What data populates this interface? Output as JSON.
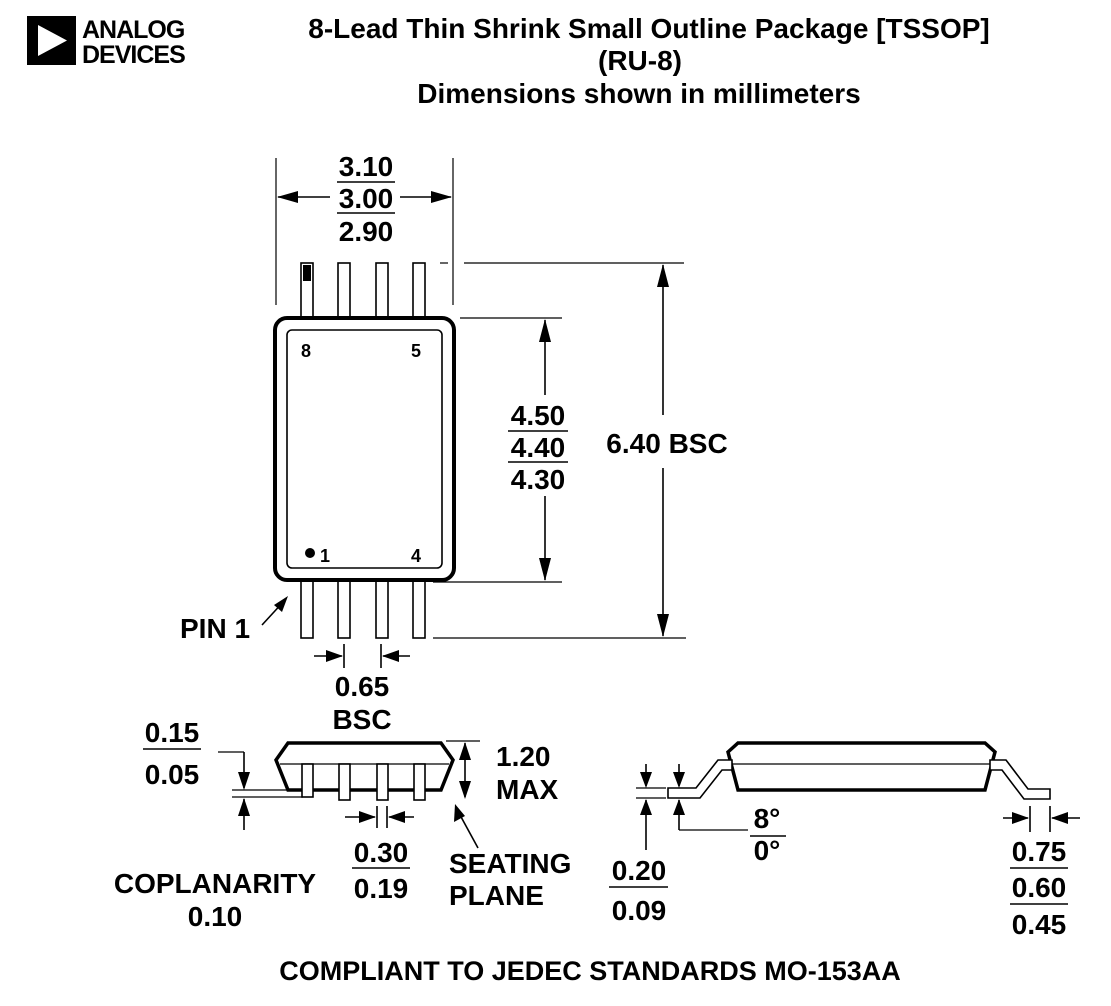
{
  "header": {
    "logo_line1": "ANALOG",
    "logo_line2": "DEVICES",
    "title_line1": "8-Lead Thin Shrink Small Outline Package [TSSOP]",
    "title_line2": "(RU-8)",
    "title_line3": "Dimensions shown in millimeters"
  },
  "top_view": {
    "width_max": "3.10",
    "width_nom": "3.00",
    "width_min": "2.90",
    "body_max": "4.50",
    "body_nom": "4.40",
    "body_min": "4.30",
    "overall": "6.40 BSC",
    "pin8": "8",
    "pin5": "5",
    "pin1": "1",
    "pin4": "4",
    "pin1_label": "PIN 1",
    "pitch_value": "0.65",
    "pitch_suffix": "BSC"
  },
  "side_view": {
    "standoff_max": "0.15",
    "standoff_min": "0.05",
    "height_value": "1.20",
    "height_suffix": "MAX",
    "lead_width_max": "0.30",
    "lead_width_min": "0.19",
    "seating_line1": "SEATING",
    "seating_line2": "PLANE",
    "coplanarity_label": "COPLANARITY",
    "coplanarity_value": "0.10"
  },
  "end_view": {
    "thickness_max": "0.20",
    "thickness_min": "0.09",
    "angle_max": "8°",
    "angle_min": "0°",
    "foot_max": "0.75",
    "foot_nom": "0.60",
    "foot_min": "0.45"
  },
  "footer": {
    "compliance": "COMPLIANT TO JEDEC STANDARDS MO-153AA"
  }
}
